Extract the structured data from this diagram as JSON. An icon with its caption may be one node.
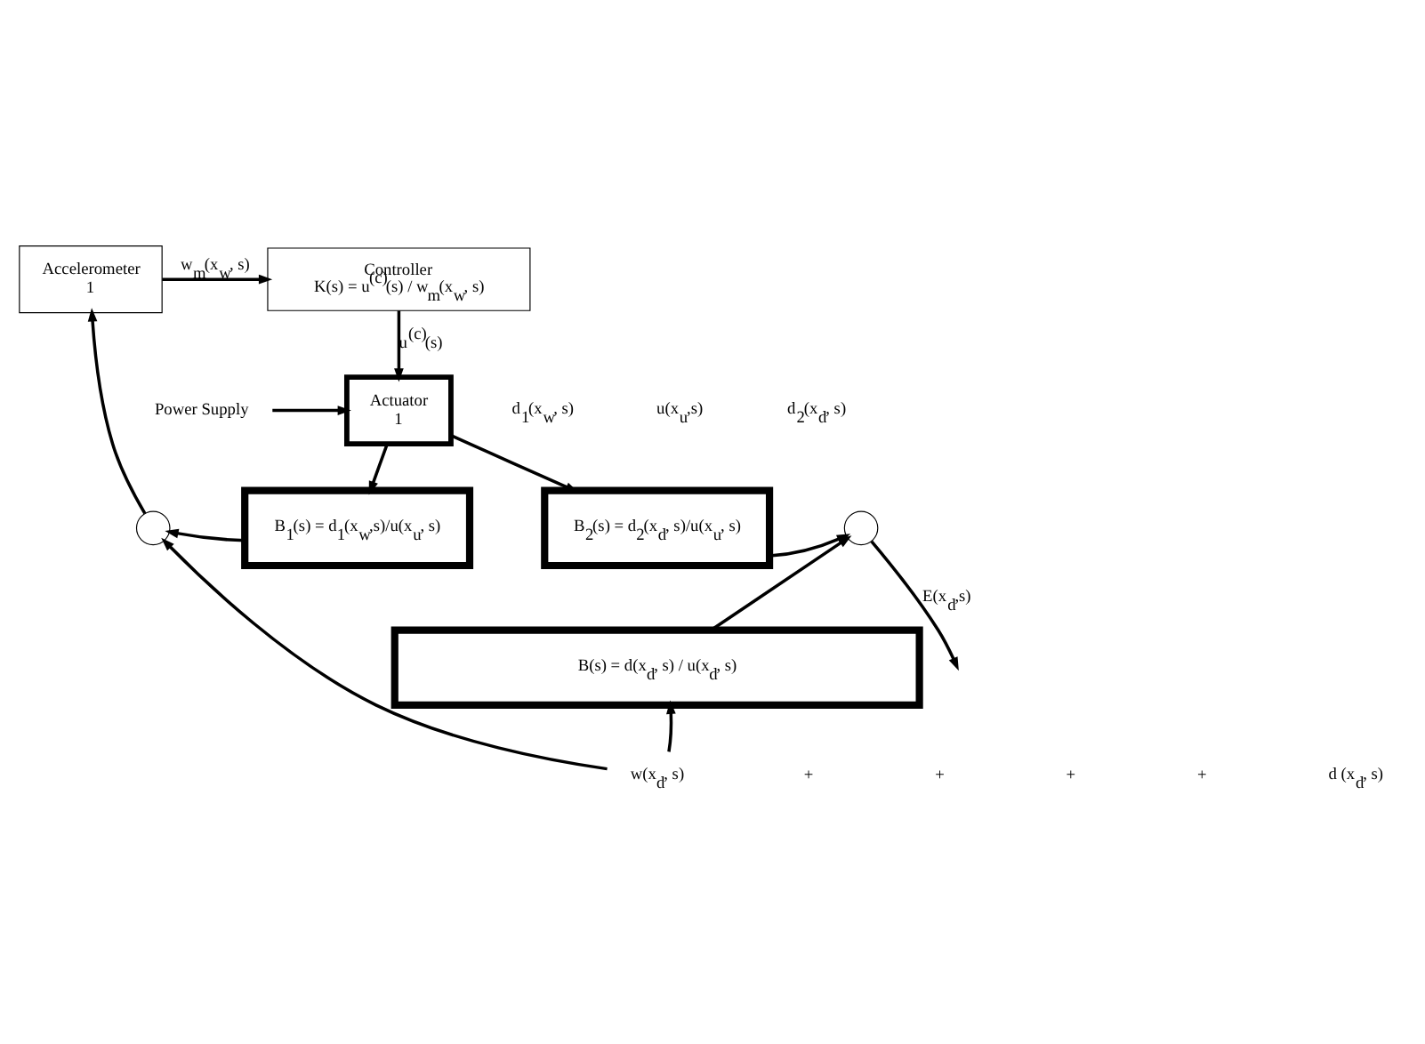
{
  "diagram": {
    "nodes": [
      {
        "text": [
          "Accelerometer",
          "1"
        ]
      },
      {
        "text": [
          "Controller",
          "K(s) = u$^{(c)}$(s) / w$_{m}$(x$_{w}$, s)"
        ]
      },
      {
        "text": [
          "Actuator",
          "1"
        ]
      },
      {
        "text": [
          "Power Supply"
        ]
      },
      {
        "text": [
          "B$_{1}$(s) = d$_{1}$(x$_{w}$,s)/u(x$_{u}$, s)"
        ]
      },
      {
        "text": [
          "B$_{2}$(s) = d$_{2}$(x$_{d}$, s)/u(x$_{u}$, s)"
        ]
      },
      {
        "text": [],
        "shape": "circle"
      },
      {
        "text": [],
        "shape": "circle"
      },
      {
        "text": [
          "B(s) = d(x$_{d}$, s) / u(x$_{d}$, s)"
        ]
      },
      {
        "text": [
          "w(x$_{d}$, s)"
        ]
      }
    ],
    "edges": [
      {
        "from": 6,
        "to": 0,
        "arrow": "to"
      },
      {
        "from": 0,
        "to": 1,
        "arrow": "to",
        "label": "w$_{m}$(x$_{w}$, s)"
      },
      {
        "from": 1,
        "to": 2,
        "arrow": "to",
        "label": "u$^{(c)}$(s)"
      },
      {
        "from": 3,
        "to": 2,
        "arrow": "to"
      },
      {
        "from": 2,
        "to": 4,
        "arrow": "to"
      },
      {
        "from": 2,
        "to": 5,
        "arrow": "to"
      },
      {
        "from": 4,
        "to": 6,
        "arrow": "to"
      },
      {
        "from": 5,
        "to": 7,
        "arrow": "to"
      },
      {
        "from": 7,
        "to": null,
        "arrow": "to",
        "label": "E(x$_{d}$,s)"
      },
      {
        "from": 9,
        "to": 6,
        "arrow": "to"
      },
      {
        "from": 9,
        "to": 8,
        "arrow": "to"
      },
      {
        "from": 8,
        "to": 7,
        "arrow": "to"
      }
    ],
    "labels": [
      "d$_{1}$(x$_{w}$, s)",
      "u(x$_{u}$,s)",
      "d$_{2}$(x$_{d}$, s)",
      "+",
      "+",
      "+",
      "+",
      "d (x$_{d}$, s)"
    ]
  }
}
